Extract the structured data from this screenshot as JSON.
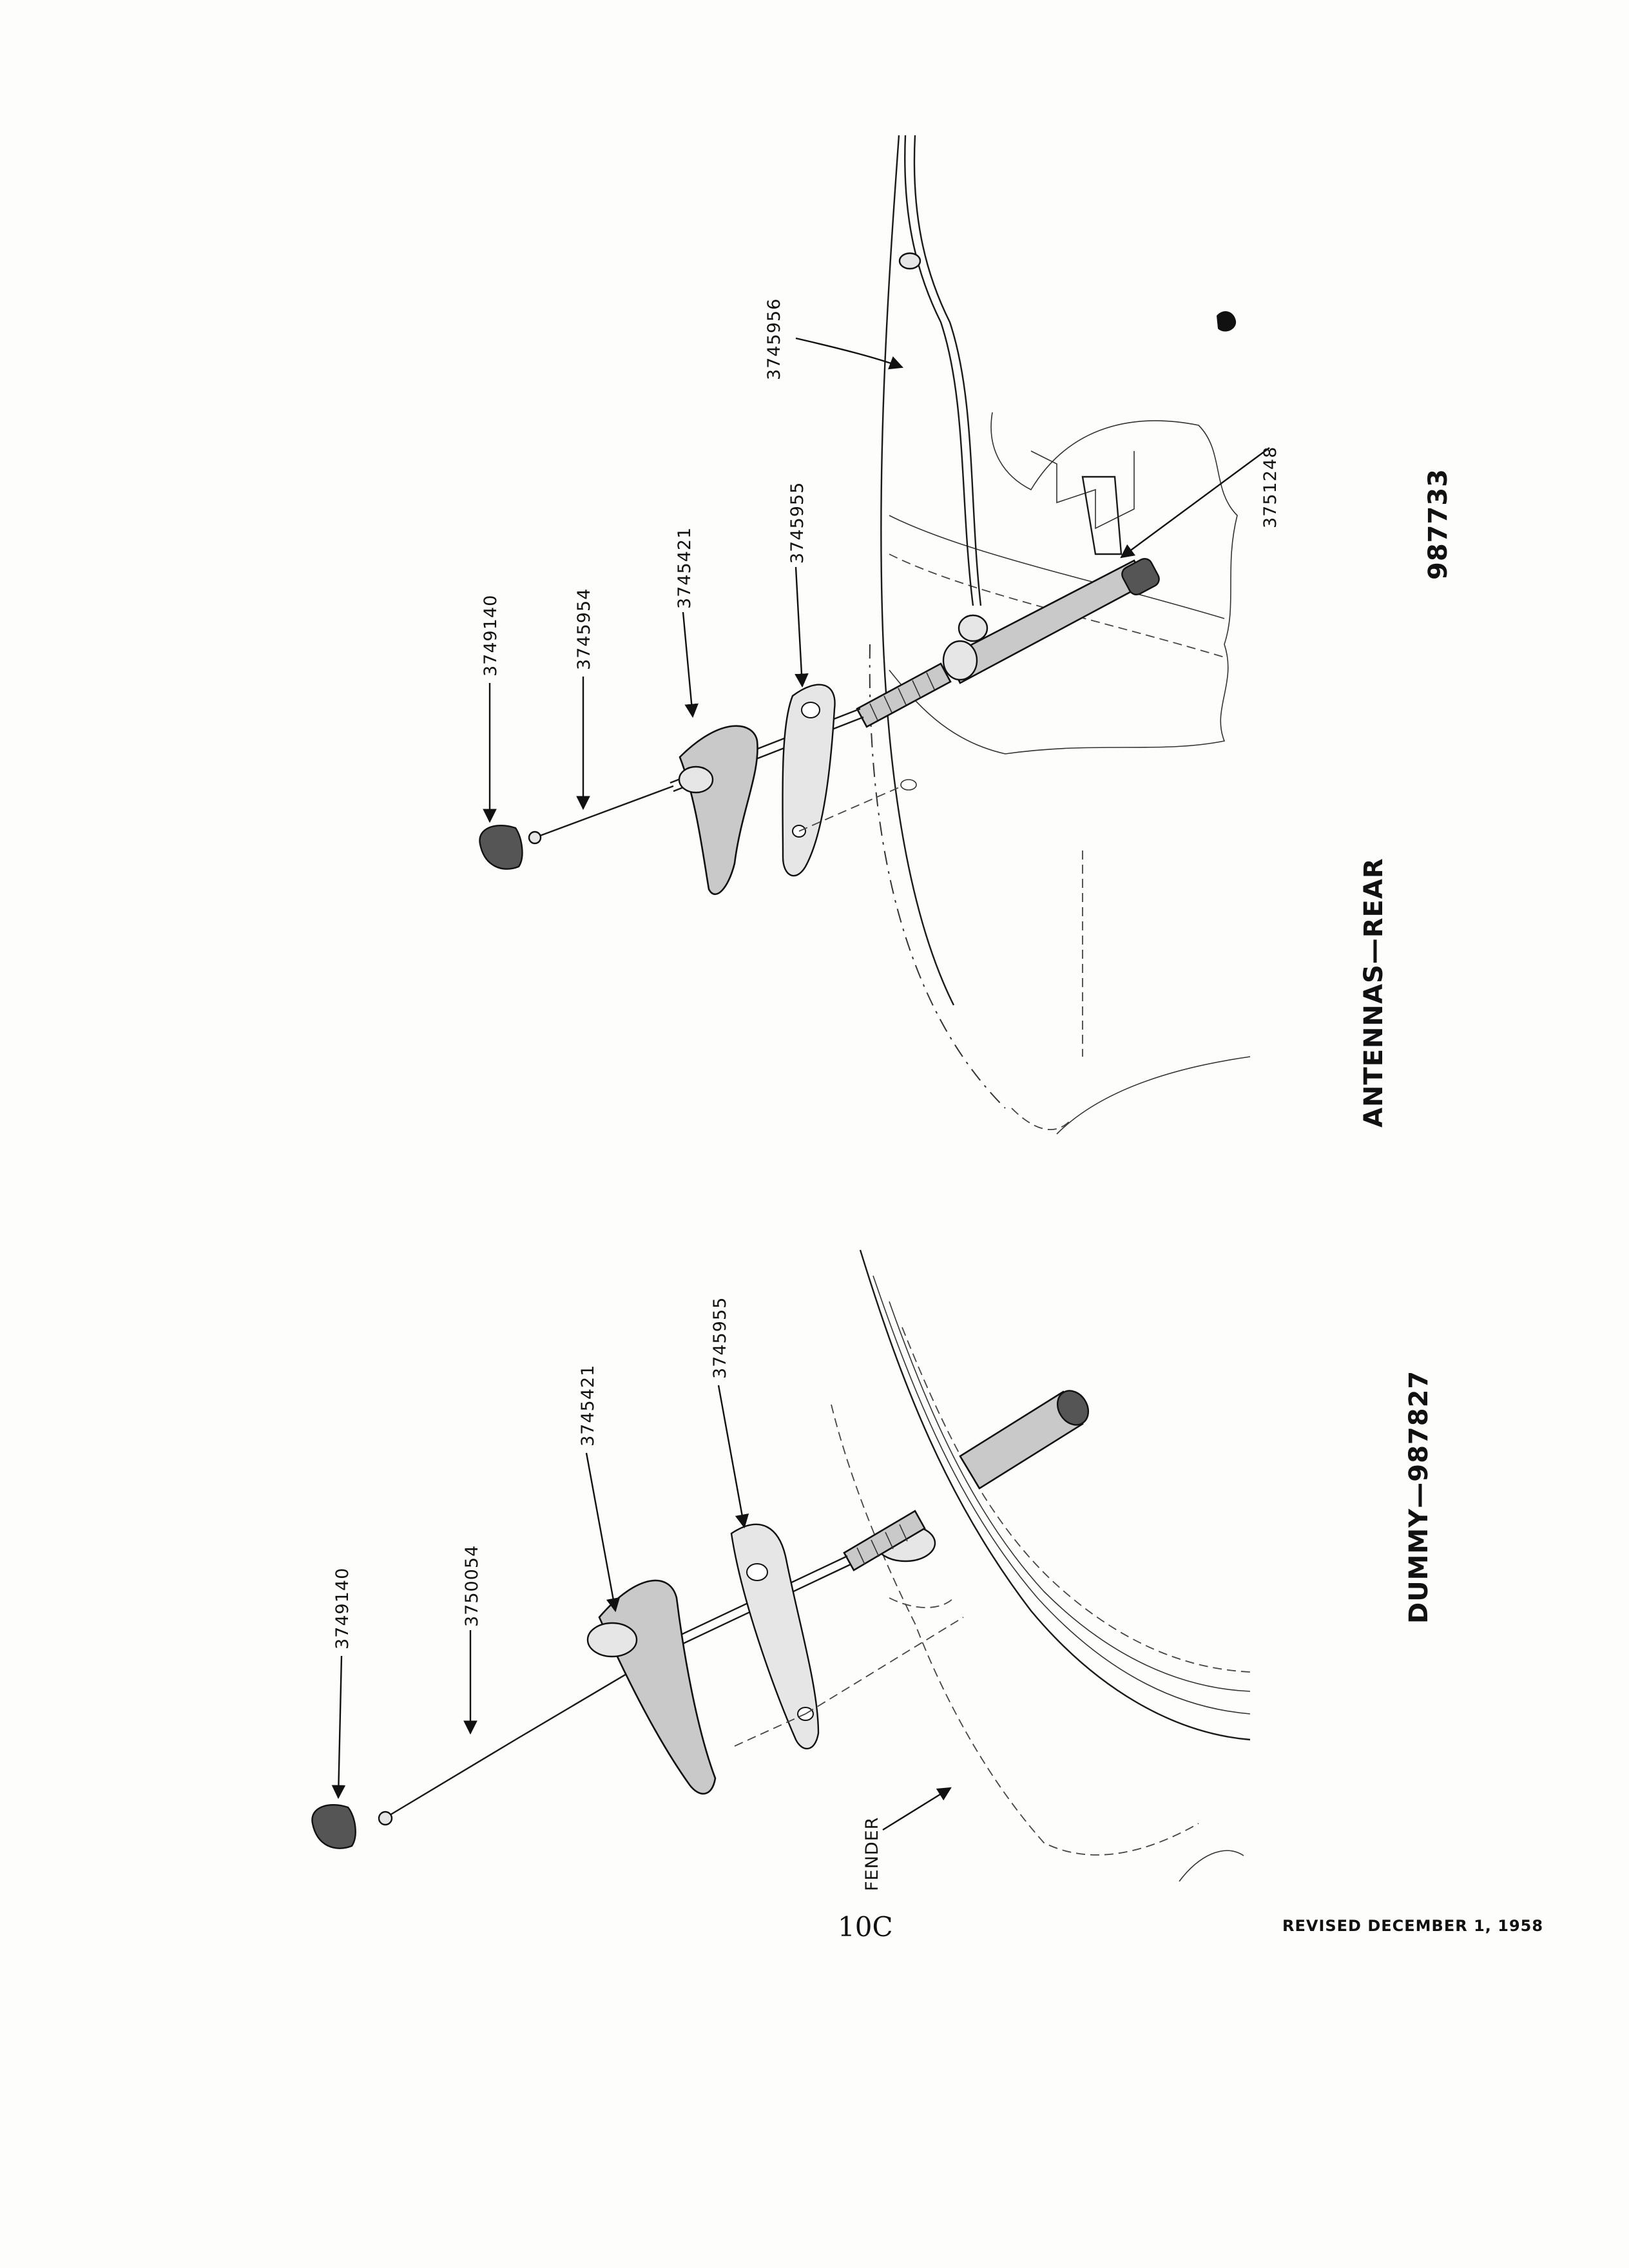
{
  "rear": {
    "caption": "ANTENNAS—REAR",
    "figure_number": "987733",
    "parts": [
      "3749140",
      "3745954",
      "3745421",
      "3745955",
      "3745956",
      "3751248"
    ]
  },
  "dummy": {
    "caption": "DUMMY—987827",
    "parts": [
      "3749140",
      "3750054",
      "3745421",
      "3745955"
    ],
    "fender_label": "FENDER"
  },
  "footer": {
    "page_number": "10C",
    "revised": "REVISED DECEMBER 1, 1958"
  }
}
